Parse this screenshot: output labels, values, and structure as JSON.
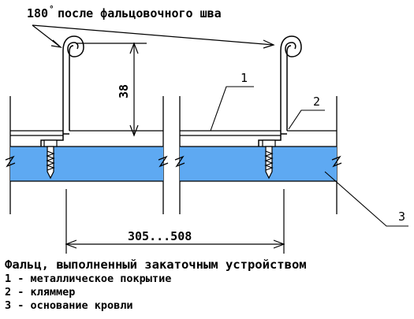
{
  "top_label": {
    "deg_number": "180",
    "deg_symbol": "°",
    "text": "после фальцовочного шва"
  },
  "dimensions": {
    "height": "38",
    "width": "305...508"
  },
  "callouts": {
    "c1": "1",
    "c2": "2",
    "c3": "3"
  },
  "legend": {
    "title": "Фальц, выполненный закаточным устройством",
    "items": [
      "1 - металлическое покрытие",
      "2 - кляммер",
      "3 - основание кровли"
    ]
  },
  "colors": {
    "insulation": "#5ea9f2",
    "stroke": "#000000",
    "background": "#ffffff"
  }
}
